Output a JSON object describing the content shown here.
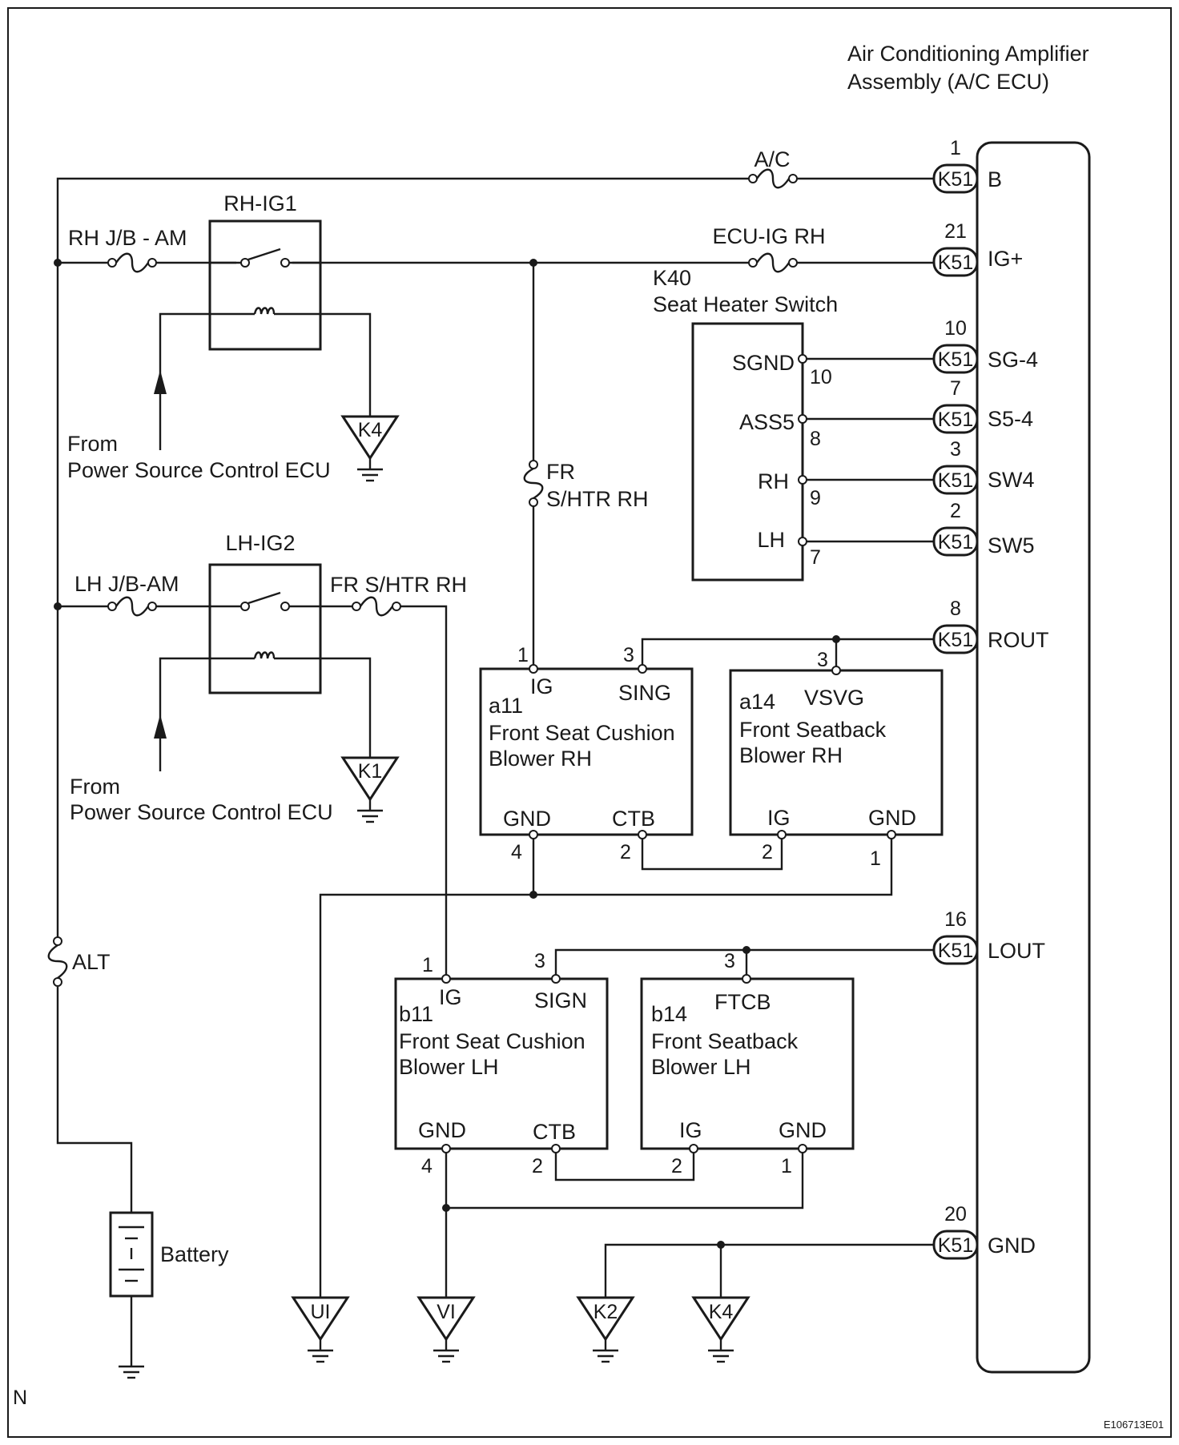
{
  "ecu": {
    "title_line1": "Air Conditioning Amplifier",
    "title_line2": "Assembly (A/C ECU)",
    "connector": "K51",
    "pins": [
      {
        "num": "1",
        "name": "B"
      },
      {
        "num": "21",
        "name": "IG+"
      },
      {
        "num": "10",
        "name": "SG-4"
      },
      {
        "num": "7",
        "name": "S5-4"
      },
      {
        "num": "3",
        "name": "SW4"
      },
      {
        "num": "2",
        "name": "SW5"
      },
      {
        "num": "8",
        "name": "ROUT"
      },
      {
        "num": "16",
        "name": "LOUT"
      },
      {
        "num": "20",
        "name": "GND"
      }
    ]
  },
  "fuses": {
    "ac": "A/C",
    "ecu_ig_rh": "ECU-IG RH",
    "rh_jb_am": "RH J/B - AM",
    "lh_jb_am": "LH J/B-AM",
    "fr_shtr_rh_a": "FR",
    "fr_shtr_rh_b": "S/HTR RH",
    "fr_shtr_rh_lh": "FR S/HTR RH",
    "alt": "ALT"
  },
  "relays": {
    "rh_ig1": "RH-IG1",
    "lh_ig2": "LH-IG2"
  },
  "from_labels": {
    "line1": "From",
    "line2": "Power Source Control ECU"
  },
  "seat_heater_switch": {
    "id": "K40",
    "name": "Seat Heater Switch",
    "pins": [
      {
        "name": "SGND",
        "num": "10"
      },
      {
        "name": "ASS5",
        "num": "8"
      },
      {
        "name": "RH",
        "num": "9"
      },
      {
        "name": "LH",
        "num": "7"
      }
    ]
  },
  "blowers": {
    "a11": {
      "id": "a11",
      "line1": "Front Seat Cushion",
      "line2": "Blower RH",
      "ig": "IG",
      "ig_num": "1",
      "sig": "SING",
      "sig_num": "3",
      "gnd": "GND",
      "gnd_num": "4",
      "ctb": "CTB",
      "ctb_num": "2"
    },
    "a14": {
      "id": "a14",
      "line1": "Front Seatback",
      "line2": "Blower RH",
      "sig": "VSVG",
      "sig_num": "3",
      "ig": "IG",
      "ig_num": "2",
      "gnd": "GND",
      "gnd_num": "1"
    },
    "b11": {
      "id": "b11",
      "line1": "Front Seat Cushion",
      "line2": "Blower LH",
      "ig": "IG",
      "ig_num": "1",
      "sig": "SIGN",
      "sig_num": "3",
      "gnd": "GND",
      "gnd_num": "4",
      "ctb": "CTB",
      "ctb_num": "2"
    },
    "b14": {
      "id": "b14",
      "line1": "Front Seatback",
      "line2": "Blower LH",
      "sig": "FTCB",
      "sig_num": "3",
      "ig": "IG",
      "ig_num": "2",
      "gnd": "GND",
      "gnd_num": "1"
    }
  },
  "grounds": {
    "k4_top": "K4",
    "k1": "K1",
    "ui": "UI",
    "vi": "VI",
    "k2": "K2",
    "k4_bottom": "K4"
  },
  "battery": "Battery",
  "corner_mark": "N",
  "figure_code": "E106713E01"
}
